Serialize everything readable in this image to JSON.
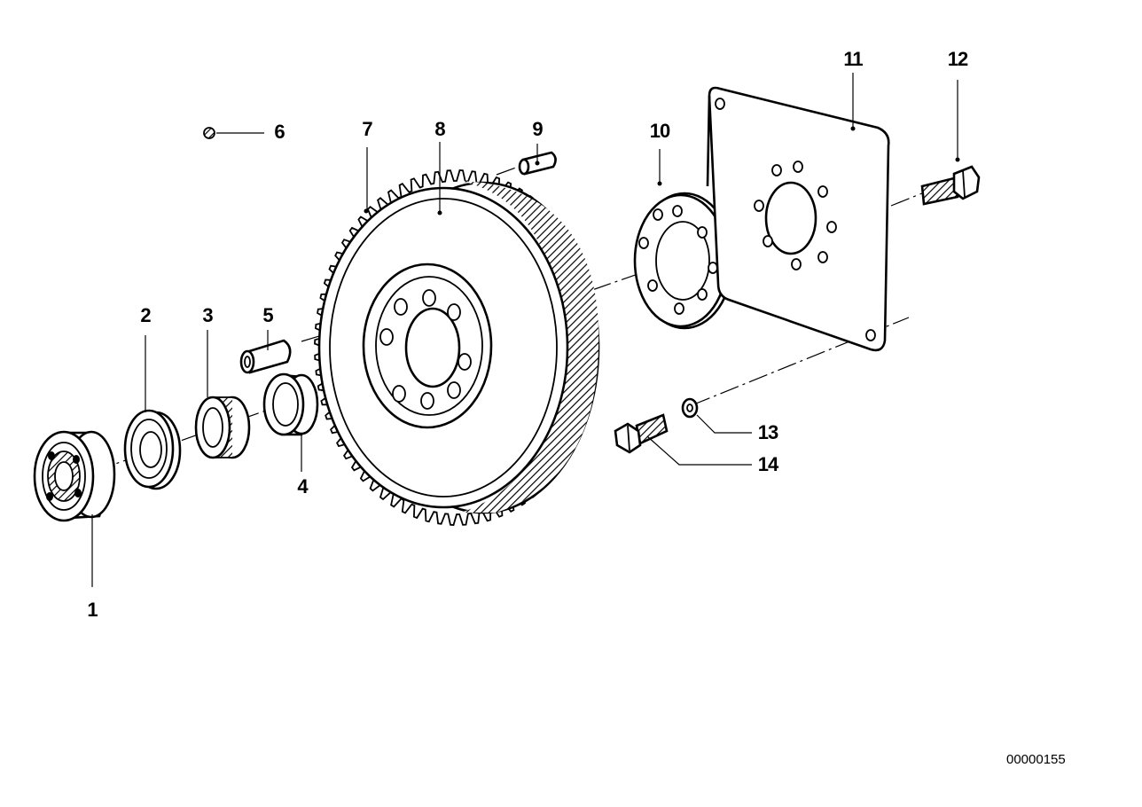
{
  "diagram": {
    "document_number": "00000155",
    "callouts": [
      {
        "label": "1"
      },
      {
        "label": "2"
      },
      {
        "label": "3"
      },
      {
        "label": "4"
      },
      {
        "label": "5"
      },
      {
        "label": "6"
      },
      {
        "label": "7"
      },
      {
        "label": "8"
      },
      {
        "label": "9"
      },
      {
        "label": "10"
      },
      {
        "label": "11"
      },
      {
        "label": "12"
      },
      {
        "label": "13"
      },
      {
        "label": "14"
      }
    ]
  }
}
